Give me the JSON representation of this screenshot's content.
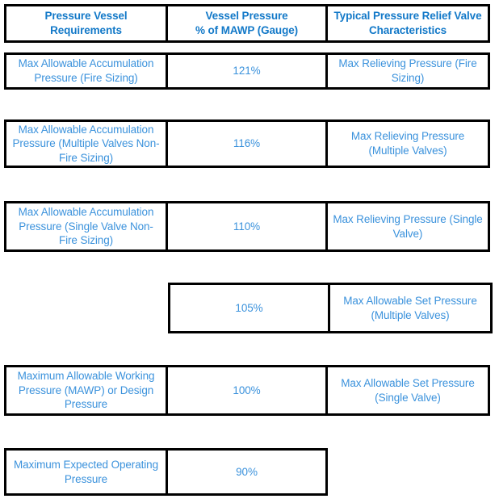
{
  "table": {
    "title": "Pressure Vessel Requirements vs Vessel Pressure vs Typical Pressure Relief Valve Characteristics",
    "columns": [
      {
        "id": "requirements",
        "header": "Pressure Vessel Requirements"
      },
      {
        "id": "vessel_pressure",
        "header": "Vessel Pressure\n% of MAWP (Gauge)",
        "header_line1": "Vessel Pressure",
        "header_line2": "% of MAWP (Gauge)"
      },
      {
        "id": "relief_valve",
        "header": "Typical Pressure Relief Valve\nCharacteristics",
        "header_line1": "Typical Pressure Relief Valve",
        "header_line2": "Characteristics"
      }
    ],
    "rows": [
      {
        "requirement": "Max Allowable Accumulation Pressure (Fire Sizing)",
        "vessel_pressure": "121%",
        "relief_valve": "Max Relieving Pressure (Fire Sizing)"
      },
      {
        "requirement": "Max Allowable Accumulation Pressure (Multiple Valves Non-Fire Sizing)",
        "vessel_pressure": "116%",
        "relief_valve": "Max Relieving Pressure (Multiple Valves)"
      },
      {
        "requirement": "Max Allowable Accumulation Pressure (Single Valve Non-Fire Sizing)",
        "vessel_pressure": "110%",
        "relief_valve": "Max Relieving Pressure (Single Valve)"
      },
      {
        "requirement": "",
        "vessel_pressure": "105%",
        "relief_valve": "Max Allowable Set Pressure (Multiple Valves)"
      },
      {
        "requirement": "Maximum Allowable Working Pressure (MAWP) or Design Pressure",
        "vessel_pressure": "100%",
        "relief_valve": "Max Allowable Set Pressure (Single Valve)"
      },
      {
        "requirement": "Maximum Expected Operating Pressure",
        "vessel_pressure": "90%",
        "relief_valve": ""
      }
    ]
  },
  "colors": {
    "header_text": "#1379C8",
    "body_text": "#3B92DC",
    "border": "#000000",
    "background": "#FFFFFF"
  }
}
